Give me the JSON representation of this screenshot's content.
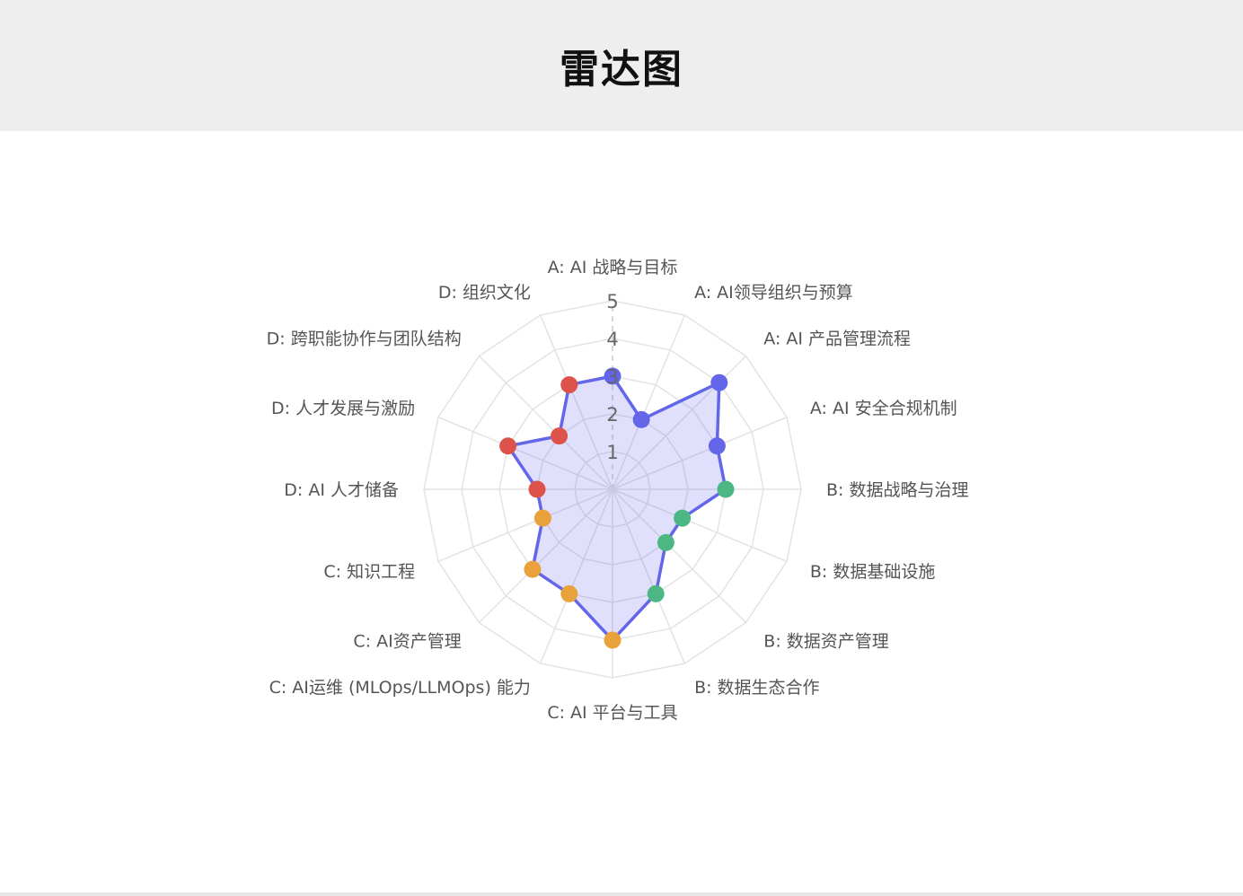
{
  "header": {
    "title": "雷达图"
  },
  "chart_data": {
    "type": "radar",
    "title": "雷达图",
    "axes": [
      "A: AI 战略与目标",
      "A: AI领导组织与预算",
      "A: AI 产品管理流程",
      "A: AI 安全合规机制",
      "B: 数据战略与治理",
      "B: 数据基础设施",
      "B: 数据资产管理",
      "B: 数据生态合作",
      "C: AI 平台与工具",
      "C: AI运维 (MLOps/LLMOps) 能力",
      "C: AI资产管理",
      "C: 知识工程",
      "D: AI 人才储备",
      "D: 人才发展与激励",
      "D: 跨职能协作与团队结构",
      "D: 组织文化"
    ],
    "values": [
      3,
      2,
      4,
      3,
      3,
      2,
      2,
      3,
      4,
      3,
      3,
      2,
      2,
      3,
      2,
      3
    ],
    "range": [
      0,
      5
    ],
    "ticks": [
      1,
      2,
      3,
      4,
      5
    ],
    "grid": true,
    "colors": {
      "line": "#6366e8",
      "fill": "rgba(99,102,241,0.2)",
      "A": "#6366e8",
      "B": "#4cb782",
      "C": "#e9a23b",
      "D": "#dd524b",
      "grid": "#e3e3e3"
    }
  }
}
